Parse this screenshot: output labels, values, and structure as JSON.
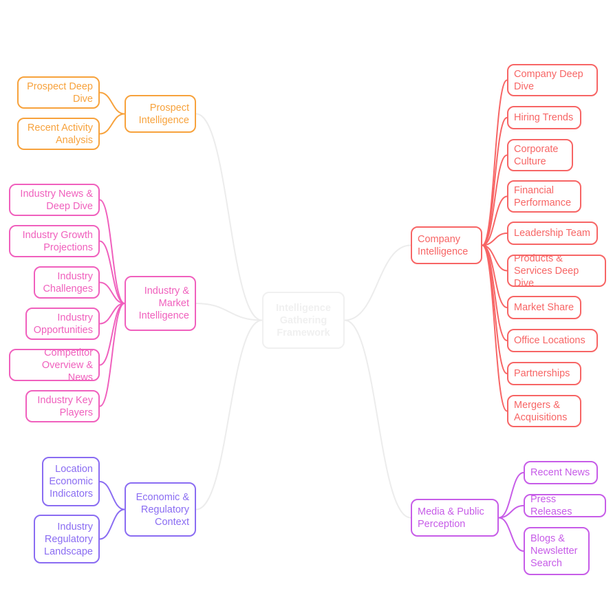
{
  "center": {
    "label": "Intelligence\nGathering\nFramework",
    "color": "#f0f0f0"
  },
  "branches": [
    {
      "id": "prospect",
      "label": "Prospect\nIntelligence",
      "color": "#f7a23c",
      "children": [
        "Prospect Deep\nDive",
        "Recent Activity\nAnalysis"
      ]
    },
    {
      "id": "industry",
      "label": "Industry &\nMarket\nIntelligence",
      "color": "#f060bd",
      "children": [
        "Industry News &\nDeep Dive",
        "Industry Growth\nProjections",
        "Industry\nChallenges",
        "Industry\nOpportunities",
        "Competitor\nOverview & News",
        "Industry Key\nPlayers"
      ]
    },
    {
      "id": "economic",
      "label": "Economic &\nRegulatory\nContext",
      "color": "#8a6cf2",
      "children": [
        "Location\nEconomic\nIndicators",
        "Industry\nRegulatory\nLandscape"
      ]
    },
    {
      "id": "company",
      "label": "Company\nIntelligence",
      "color": "#f76565",
      "children": [
        "Company Deep\nDive",
        "Hiring Trends",
        "Corporate\nCulture",
        "Financial\nPerformance",
        "Leadership Team",
        "Products &\nServices Deep Dive",
        "Market Share",
        "Office Locations",
        "Partnerships",
        "Mergers &\nAcquisitions"
      ]
    },
    {
      "id": "media",
      "label": "Media & Public\nPerception",
      "color": "#c75ce8",
      "children": [
        "Recent News",
        "Press Releases",
        "Blogs &\nNewsletter\nSearch"
      ]
    }
  ]
}
